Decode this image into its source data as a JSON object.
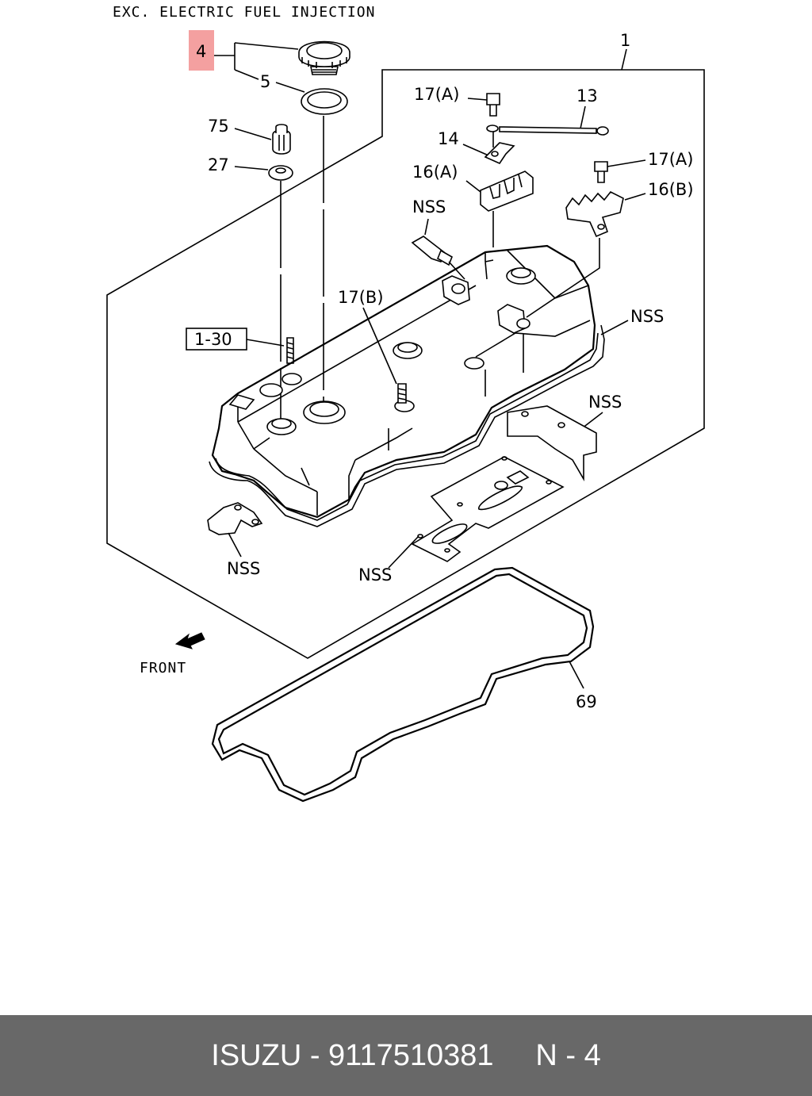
{
  "diagram": {
    "header": "EXC. ELECTRIC FUEL INJECTION",
    "highlight_color": "#f4a0a0",
    "callouts": {
      "c1": "1",
      "c4": "4",
      "c5": "5",
      "c13": "13",
      "c14": "14",
      "c16a": "16(A)",
      "c16b": "16(B)",
      "c17a_top": "17(A)",
      "c17a_right": "17(A)",
      "c17b": "17(B)",
      "c27": "27",
      "c69": "69",
      "c75": "75",
      "ref_box": "1-30",
      "nss_sensor": "NSS",
      "nss_right": "NSS",
      "nss_bracket": "NSS",
      "nss_left": "NSS",
      "nss_plate": "NSS"
    },
    "front_label": "FRONT"
  },
  "footer": {
    "text": "ISUZU - 9117510381     N - 4",
    "background": "#686868"
  }
}
